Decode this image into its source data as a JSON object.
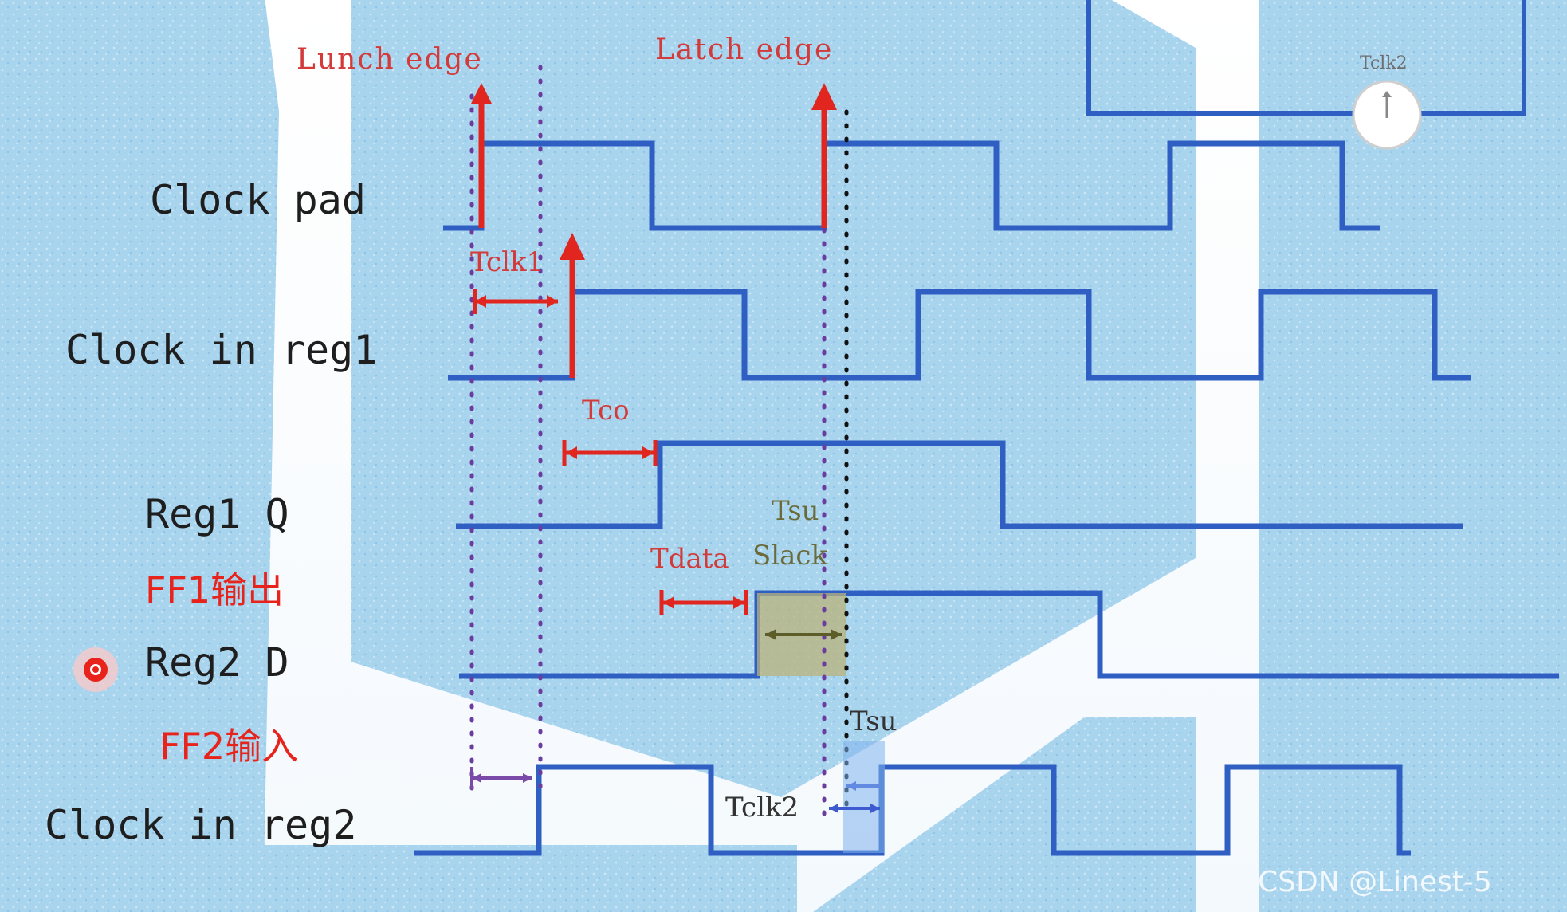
{
  "signals": [
    {
      "id": "clock-pad",
      "label": "Clock pad"
    },
    {
      "id": "clock-in-reg1",
      "label": "Clock in reg1"
    },
    {
      "id": "reg1-q",
      "label": "Reg1 Q"
    },
    {
      "id": "reg2-d",
      "label": "Reg2 D"
    },
    {
      "id": "clock-in-reg2",
      "label": "Clock in reg2"
    }
  ],
  "edges": {
    "launch": "Lunch edge",
    "latch": "Latch edge"
  },
  "timing": {
    "tclk1": "Tclk1",
    "tco": "Tco",
    "tsu_upper": "Tsu",
    "tdata": "Tdata",
    "slack": "Slack",
    "tsu_lower": "Tsu",
    "tclk2": "Tclk2",
    "tclk2_inset": "Tclk2"
  },
  "annotations": {
    "ff1_output": "FF1输出",
    "ff2_input": "FF2输入"
  },
  "watermark": "CSDN @Linest-5",
  "colors": {
    "waveform": "#2f5fc3",
    "edge_marker": "#e0261e",
    "background_pattern": "#a9d4ee",
    "slack_highlight": "#b9b27a"
  }
}
